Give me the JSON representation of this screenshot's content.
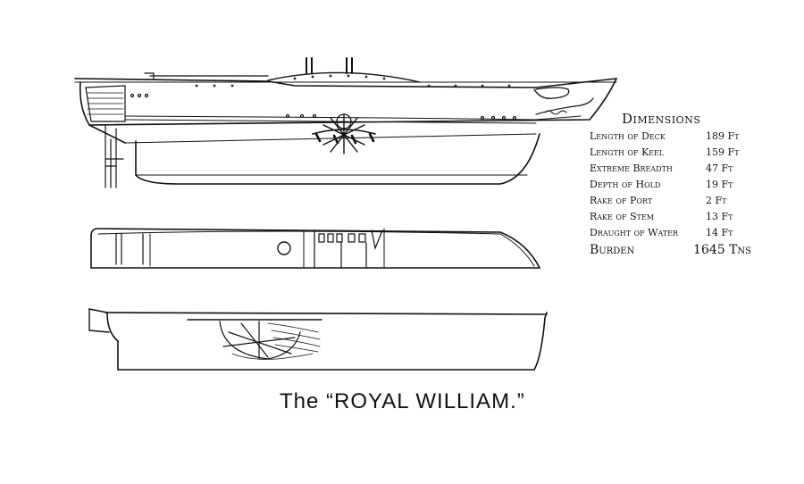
{
  "dimensions": {
    "title": "Dimensions",
    "rows": [
      {
        "label": "Length of Deck",
        "value": "189 Ft"
      },
      {
        "label": "Length of Keel",
        "value": "159 Ft"
      },
      {
        "label": "Extreme Breadth",
        "value": "47 Ft"
      },
      {
        "label": "Depth of Hold",
        "value": "19 Ft"
      },
      {
        "label": "Rake of Port",
        "value": "2 Ft"
      },
      {
        "label": "Rake of Stem",
        "value": "13 Ft"
      },
      {
        "label": "Draught of Water",
        "value": "14 Ft"
      },
      {
        "label": "Burden",
        "value": "1645 Tns"
      }
    ]
  },
  "caption": "The “ROYAL WILLIAM.”",
  "colors": {
    "ink": "#111111",
    "paper": "#ffffff"
  }
}
